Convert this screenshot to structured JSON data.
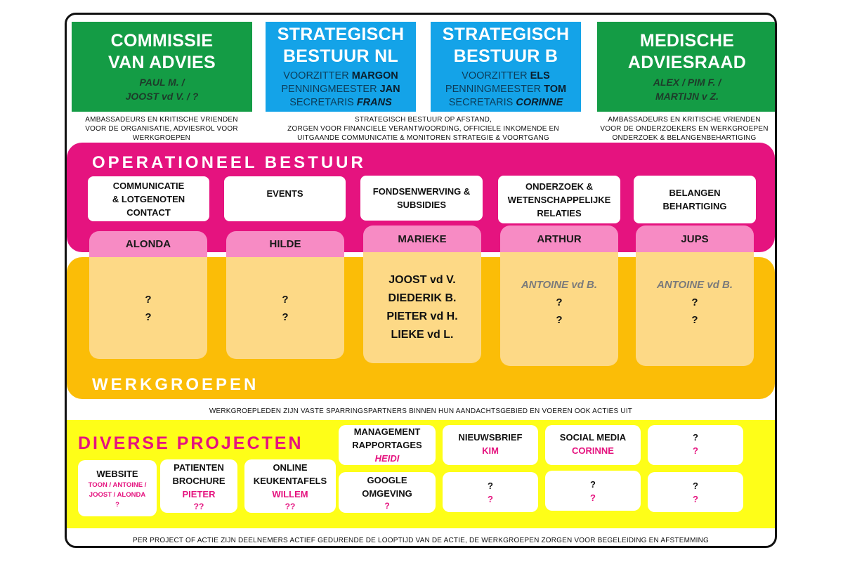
{
  "top": {
    "commissie": {
      "title1": "COMMISSIE",
      "title2": "VAN ADVIES",
      "line1": "PAUL M. /",
      "line2": "JOOST vd V. / ?"
    },
    "sb_nl": {
      "title1": "STRATEGISCH",
      "title2": "BESTUUR NL",
      "r1_role": "VOORZITTER",
      "r1_name": "MARGON",
      "r2_role": "PENNINGMEESTER",
      "r2_name": "JAN",
      "r3_role": "SECRETARIS",
      "r3_name": "FRANS"
    },
    "sb_b": {
      "title1": "STRATEGISCH",
      "title2": "BESTUUR B",
      "r1_role": "VOORZITTER",
      "r1_name": "ELS",
      "r2_role": "PENNINGMEESTER",
      "r2_name": "TOM",
      "r3_role": "SECRETARIS",
      "r3_name": "CORINNE"
    },
    "medische": {
      "title1": "MEDISCHE",
      "title2": "ADVIESRAAD",
      "line1": "ALEX  / PIM F. /",
      "line2": "MARTIJN v Z."
    }
  },
  "notes": {
    "left": [
      "AMBASSADEURS EN KRITISCHE VRIENDEN",
      "VOOR DE ORGANISATIE, ADVIESROL VOOR",
      "WERKGROEPEN"
    ],
    "middle": [
      "STRATEGISCH BESTUUR OP AFSTAND,",
      "ZORGEN VOOR  FINANCIELE VERANTWOORDING, OFFICIELE INKOMENDE EN",
      "UITGAANDE COMMUNICATIE & MONITOREN STRATEGIE & VOORTGANG"
    ],
    "right": [
      "AMBASSADEURS EN KRITISCHE VRIENDEN",
      "VOOR DE ONDERZOEKERS EN WERKGROEPEN",
      "ONDERZOEK & BELANGENBEHARTIGING"
    ],
    "werkgroepen": "WERKGROEPLEDEN ZIJN VASTE SPARRINGSPARTNERS  BINNEN HUN AANDACHTSGEBIED EN VOEREN OOK ACTIES UIT",
    "projecten": "PER PROJECT OF ACTIE ZIJN DEELNEMERS ACTIEF GEDURENDE DE LOOPTIJD VAN DE ACTIE, DE WERKGROEPEN ZORGEN VOOR BEGELEIDING EN AFSTEMMING"
  },
  "operationeel": {
    "title": "OPERATIONEEL BESTUUR",
    "columns": [
      {
        "lines": [
          "COMMUNICATIE",
          "& LOTGENOTEN",
          "CONTACT"
        ],
        "lead": "ALONDA",
        "members": [
          "?",
          "?"
        ]
      },
      {
        "lines": [
          "EVENTS"
        ],
        "lead": "HILDE",
        "members": [
          "?",
          "?"
        ]
      },
      {
        "lines": [
          "FONDSENWERVING &",
          "SUBSIDIES"
        ],
        "lead": "MARIEKE",
        "members": [
          "JOOST vd V.",
          "DIEDERIK B.",
          "PIETER vd H.",
          "LIEKE vd L."
        ]
      },
      {
        "lines": [
          "ONDERZOEK &",
          "WETENSCHAPPELIJKE",
          "RELATIES"
        ],
        "lead": "ARTHUR",
        "members": [
          "ANTOINE vd B.",
          "?",
          "?"
        ]
      },
      {
        "lines": [
          "BELANGEN",
          "BEHARTIGING"
        ],
        "lead": "JUPS",
        "members": [
          "ANTOINE vd B.",
          "?",
          "?"
        ]
      }
    ]
  },
  "werkgroepen": {
    "title": "WERKGROEPEN"
  },
  "projecten": {
    "title": "DIVERSE PROJECTEN",
    "website": {
      "title": "WEBSITE",
      "names1": "TOON / ANTOINE /",
      "names2": "JOOST / ALONDA",
      "q": "?"
    },
    "brochure": {
      "title1": "PATIENTEN",
      "title2": "BROCHURE",
      "name": "PIETER",
      "q": "??"
    },
    "keuken": {
      "title1": "ONLINE",
      "title2": "KEUKENTAFELS",
      "name": "WILLEM",
      "q": "??"
    },
    "management": {
      "title1": "MANAGEMENT",
      "title2": "RAPPORTAGES",
      "name": "HEIDI"
    },
    "google": {
      "title1": "GOOGLE",
      "title2": "OMGEVING",
      "q": "?"
    },
    "nieuwsbrief": {
      "title": "NIEUWSBRIEF",
      "name": "KIM"
    },
    "social": {
      "title": "SOCIAL MEDIA",
      "name": "CORINNE"
    },
    "unknown1": {
      "a": "?",
      "b": "?"
    },
    "unknown2": {
      "a": "?",
      "b": "?"
    },
    "unknown3": {
      "a": "?",
      "b": "?"
    },
    "unknown4": {
      "a": "?",
      "b": "?"
    }
  }
}
